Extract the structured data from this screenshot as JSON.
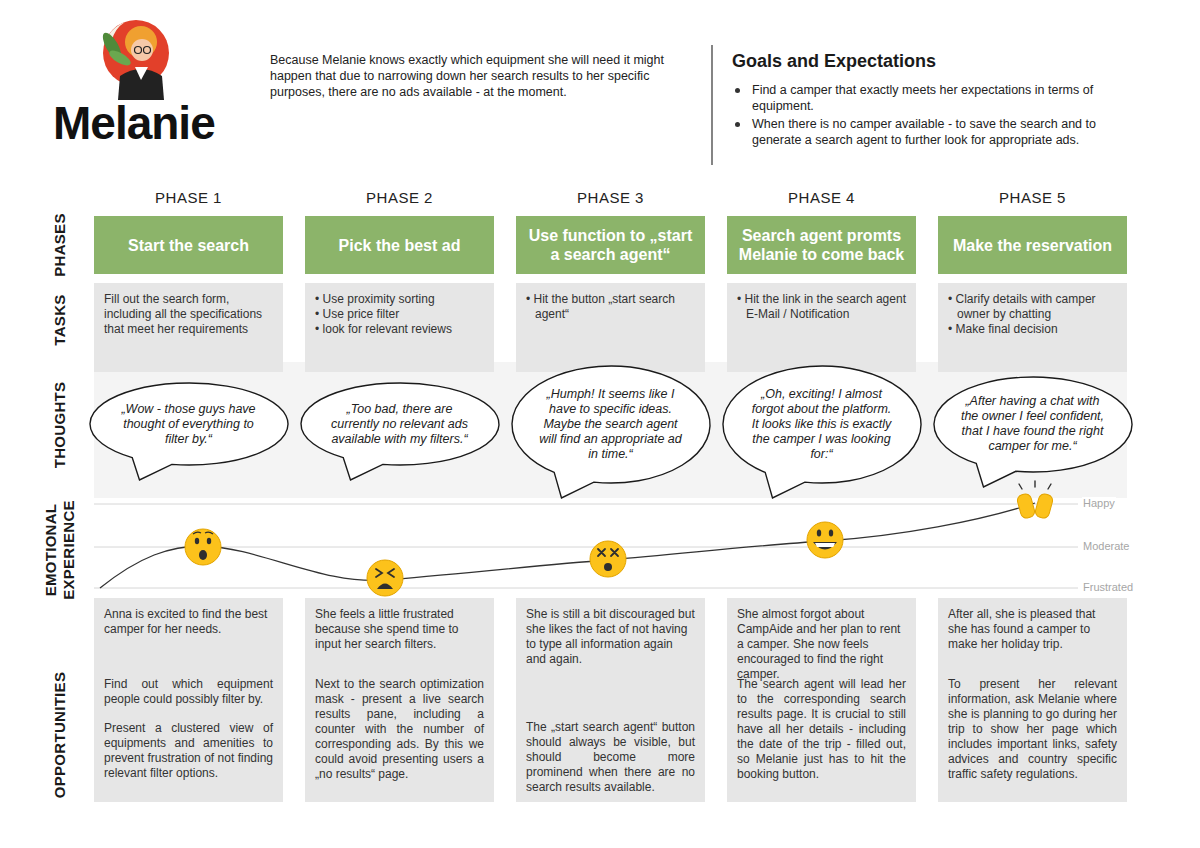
{
  "diagram": {
    "title": "Melanie",
    "nodes": [
      {
        "text": [
          "Start the search"
        ]
      },
      {
        "text": [
          "Pick the best ad"
        ]
      },
      {
        "text": [
          "Use function to „start a search agent“"
        ]
      },
      {
        "text": [
          "Search agent promts Melanie to come back"
        ]
      },
      {
        "text": [
          "Make the reservation"
        ]
      },
      {
        "text": [
          "Fill out the search form, including all the specifications that meet her requirements"
        ]
      },
      {
        "text": [
          "• Use proximity sorting",
          "• Use price filter",
          "• look for relevant reviews"
        ]
      },
      {
        "text": [
          "• Hit the button „start search agent“"
        ]
      },
      {
        "text": [
          "• Hit the link in the search agent E-Mail / Notification"
        ]
      },
      {
        "text": [
          "• Clarify details with camper owner by chatting",
          "• Make final decision"
        ]
      },
      {
        "text": [
          "„Wow - those guys have thought of everything to filter by.“"
        ]
      },
      {
        "text": [
          "„Too bad, there are currently no relevant ads available with my filters.“"
        ]
      },
      {
        "text": [
          "„Humph! It seems like I have to specific ideas. Maybe the search agent will find an appropriate ad in time.“"
        ]
      },
      {
        "text": [
          "„Oh, exciting! I almost forgot about the platform. It looks like this is exactly the camper I was looking for:“"
        ]
      },
      {
        "text": [
          "„After having a chat with the owner I feel confident, that I have found the right camper for me.“"
        ]
      },
      {
        "text": [
          "Anna is excited to find the best camper for her needs."
        ]
      },
      {
        "text": [
          "She feels a little frustrated because she spend time to input her search filters."
        ]
      },
      {
        "text": [
          "She is still a bit discouraged but she likes the fact of not having to type all information again and again."
        ]
      },
      {
        "text": [
          "She almost forgot about CampAide and her plan to rent a camper. She now feels encouraged to find the right camper."
        ]
      },
      {
        "text": [
          "After all, she is pleased that she has found a camper to make her holiday trip."
        ]
      },
      {
        "text": [
          "Find out which equipment people could possibly filter by.",
          "Present a clustered view of equipments and amenities to prevent frustration of not finding relevant filter options."
        ]
      },
      {
        "text": [
          "Next to the search optimization mask - present a live search results pane, including a counter with the number of corresponding ads. By this we could avoid presenting users a „no results“ page."
        ]
      },
      {
        "text": [
          "The „start search agent“ button should always be visible, but should become more prominend when there are no search results available."
        ]
      },
      {
        "text": [
          "The search agent will lead her to the corresponding search results page. It is crucial to still have all her details - including the date of the trip - filled out, so Melanie just has to hit the booking button."
        ]
      },
      {
        "text": [
          "To present her relevant information, ask Melanie where she is planning to go during her trip to show her page which includes important links, safety advices and country specific traffic safety regulations."
        ]
      }
    ],
    "labels": [
      "Because Melanie knows exactly which equipment she will need it might happen that due to narrowing down her search results to her specific purposes, there are no ads available - at the moment.",
      "Goals and Expectations",
      "Find a camper that exactly meets her expectations in terms of equipment.",
      "When there is no camper available - to save the search and to generate a search agent to further look for appropriate ads.",
      "PHASE 1",
      "PHASE 2",
      "PHASE 3",
      "PHASE 4",
      "PHASE 5",
      "PHASES",
      "TASKS",
      "THOUGHTS",
      "EMOTIONAL EXPERIENCE",
      "OPPORTUNITIES",
      "Happy",
      "Moderate",
      "Frustrated"
    ]
  }
}
